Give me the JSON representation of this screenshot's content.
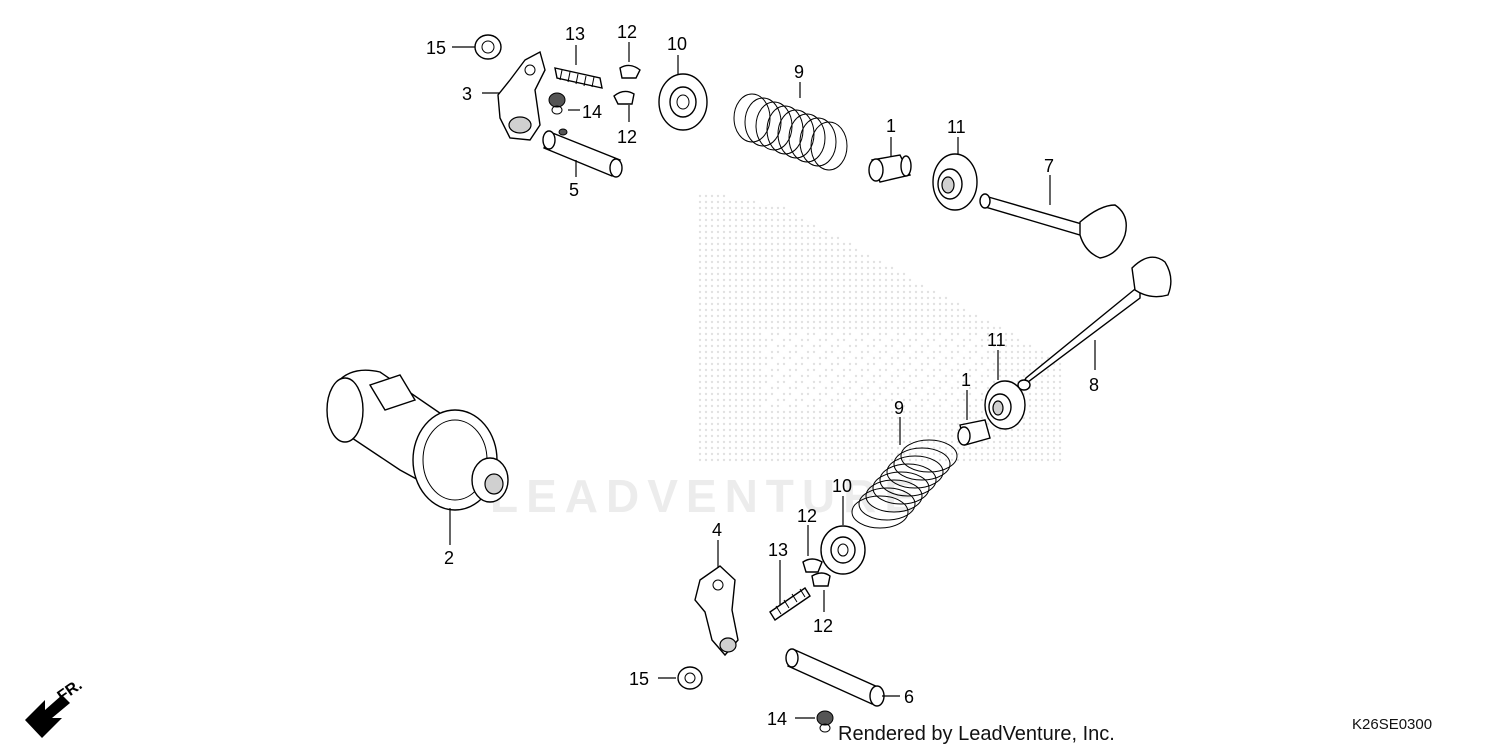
{
  "watermark": {
    "brand": "LEADVENTURE"
  },
  "callouts": [
    {
      "id": "c1a",
      "label": "1"
    },
    {
      "id": "c1b",
      "label": "1"
    },
    {
      "id": "c2",
      "label": "2"
    },
    {
      "id": "c3",
      "label": "3"
    },
    {
      "id": "c4",
      "label": "4"
    },
    {
      "id": "c5",
      "label": "5"
    },
    {
      "id": "c6",
      "label": "6"
    },
    {
      "id": "c7",
      "label": "7"
    },
    {
      "id": "c8",
      "label": "8"
    },
    {
      "id": "c9a",
      "label": "9"
    },
    {
      "id": "c9b",
      "label": "9"
    },
    {
      "id": "c10a",
      "label": "10"
    },
    {
      "id": "c10b",
      "label": "10"
    },
    {
      "id": "c11a",
      "label": "11"
    },
    {
      "id": "c11b",
      "label": "11"
    },
    {
      "id": "c12a",
      "label": "12"
    },
    {
      "id": "c12b",
      "label": "12"
    },
    {
      "id": "c12c",
      "label": "12"
    },
    {
      "id": "c12d",
      "label": "12"
    },
    {
      "id": "c13a",
      "label": "13"
    },
    {
      "id": "c13b",
      "label": "13"
    },
    {
      "id": "c14a",
      "label": "14"
    },
    {
      "id": "c14b",
      "label": "14"
    },
    {
      "id": "c15a",
      "label": "15"
    },
    {
      "id": "c15b",
      "label": "15"
    }
  ],
  "front_indicator": "FR.",
  "credit": "Rendered by LeadVenture, Inc.",
  "diagram_code": "K26SE0300"
}
